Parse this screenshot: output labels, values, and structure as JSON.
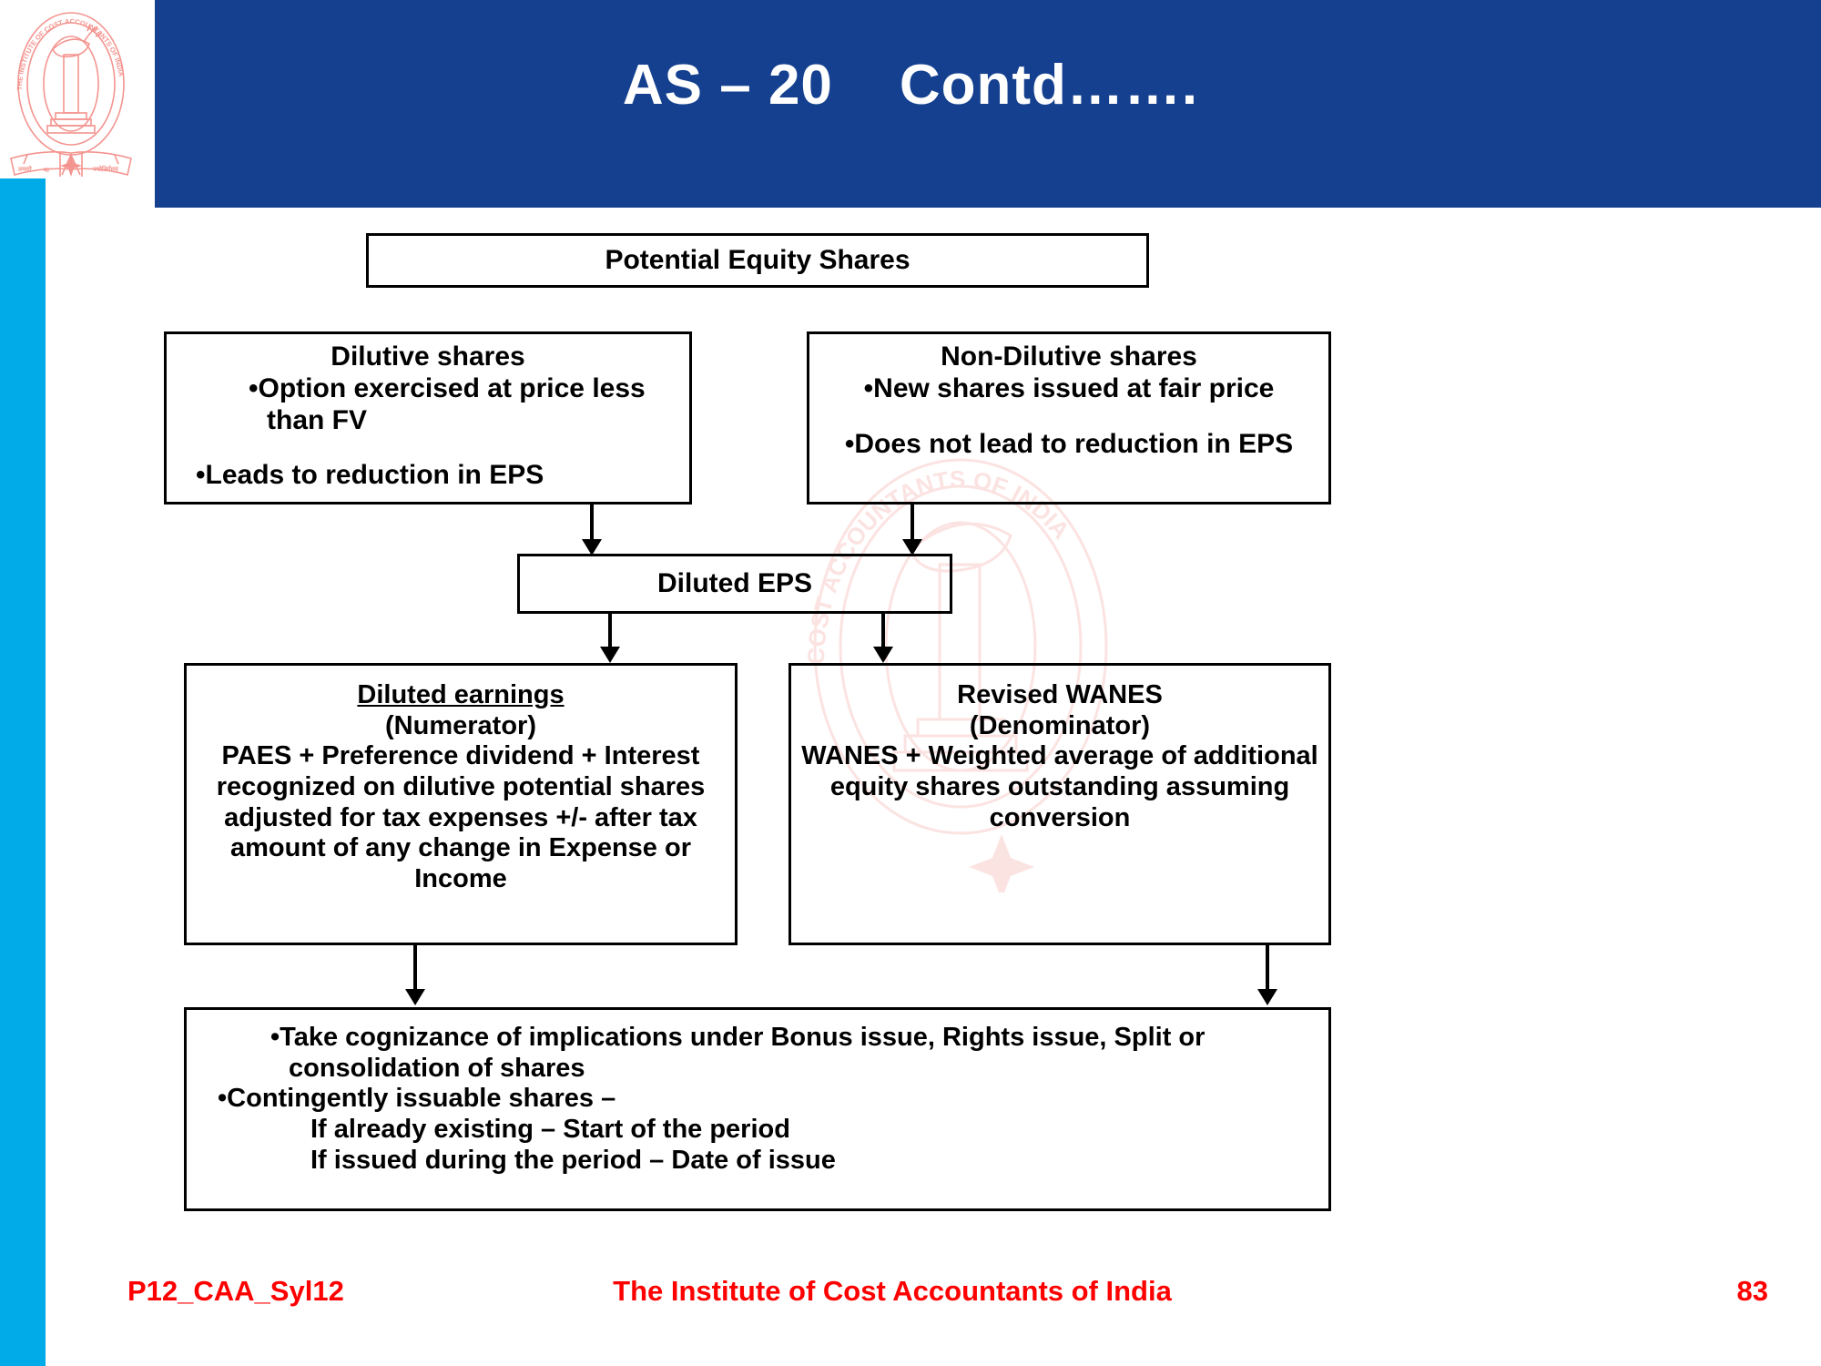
{
  "slide": {
    "title": "AS – 20    Contd…….",
    "header_bg": "#14408f",
    "accent_strip": "#00abe8",
    "footer_color": "#ff0000"
  },
  "logo": {
    "alt": "The Institute of Cost Accountants of India emblem",
    "outer_text": "THE INSTITUTE OF COST ACCOUNTANTS OF INDIA",
    "motto": "तमसो मा ज्योतिर्गमय",
    "color": "#f4948f"
  },
  "diagram": {
    "type": "flowchart",
    "root": {
      "label": "Potential Equity Shares"
    },
    "level2": [
      {
        "title": "Dilutive shares",
        "bullets": [
          "Option exercised at price less than FV",
          "Leads to reduction in EPS"
        ]
      },
      {
        "title": "Non-Dilutive shares",
        "bullets": [
          "New shares issued at fair price",
          "Does not lead to reduction in EPS"
        ]
      }
    ],
    "level3": {
      "label": "Diluted EPS"
    },
    "level4": [
      {
        "heading": "Diluted earnings",
        "subheading": "(Numerator)",
        "lines": [
          "PAES + Preference dividend + Interest",
          "recognized on dilutive potential shares",
          "adjusted for tax expenses +/- after tax",
          "amount of any change in Expense or Income"
        ]
      },
      {
        "heading": "Revised WANES",
        "subheading": "(Denominator)",
        "lines": [
          "WANES + Weighted average of additional",
          "equity shares outstanding assuming",
          "conversion"
        ]
      }
    ],
    "level5": {
      "lines": [
        "Take cognizance of implications under Bonus issue, Rights issue, Split or consolidation of shares",
        "Contingently issuable shares –",
        "If already existing – Start of the period",
        "If issued during the period – Date of issue"
      ]
    }
  },
  "footer": {
    "code": "P12_CAA_Syl12",
    "center": "The Institute of Cost Accountants of India",
    "page": "83"
  }
}
